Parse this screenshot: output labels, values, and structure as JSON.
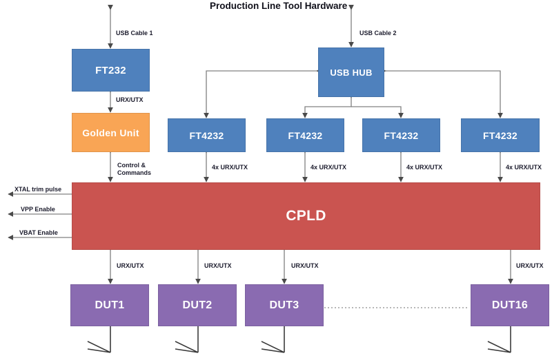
{
  "title": "Production Line Tool Hardware",
  "colors": {
    "blue": "#4f81bd",
    "orange": "#f9a555",
    "red": "#ca5450",
    "purple": "#8a6bb1",
    "wire": "#808080",
    "wire_dark": "#3a3a3a",
    "text": "#1b1b2c"
  },
  "blocks": {
    "ft232": "FT232",
    "golden_unit": "Golden Unit",
    "usb_hub": "USB HUB",
    "ft4232_1": "FT4232",
    "ft4232_2": "FT4232",
    "ft4232_3": "FT4232",
    "ft4232_4": "FT4232",
    "cpld": "CPLD",
    "dut1": "DUT1",
    "dut2": "DUT2",
    "dut3": "DUT3",
    "dut16": "DUT16"
  },
  "edge_labels": {
    "usb_cable_1": "USB Cable 1",
    "usb_cable_2": "USB Cable 2",
    "urx_utx_ft232": "URX/UTX",
    "control_commands_l1": "Control &",
    "control_commands_l2": "Commands",
    "quad_urx_utx_1": "4x URX/UTX",
    "quad_urx_utx_2": "4x URX/UTX",
    "quad_urx_utx_3": "4x URX/UTX",
    "quad_urx_utx_4": "4x URX/UTX",
    "xtal_trim_pulse": "XTAL trim pulse",
    "vpp_enable": "VPP Enable",
    "vbat_enable": "VBAT Enable",
    "urx_utx_dut1": "URX/UTX",
    "urx_utx_dut2": "URX/UTX",
    "urx_utx_dut3": "URX/UTX",
    "urx_utx_dut16": "URX/UTX"
  },
  "icons": {
    "antenna_1": "antenna-icon",
    "antenna_2": "antenna-icon",
    "antenna_3": "antenna-icon",
    "antenna_16": "antenna-icon",
    "ellipsis_link": "dotted-continuation-icon"
  }
}
